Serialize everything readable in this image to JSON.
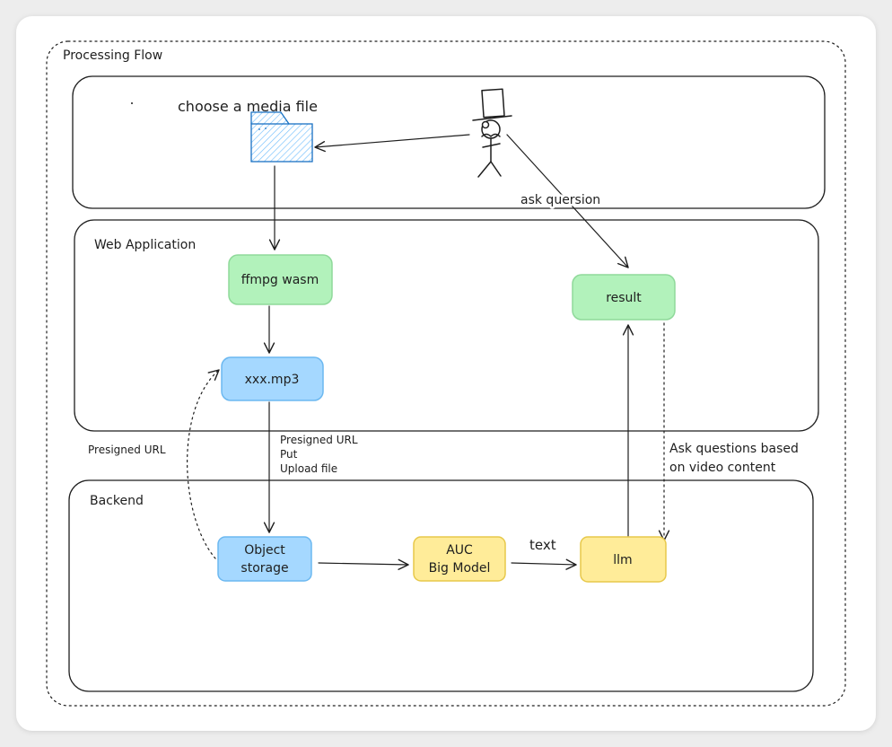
{
  "diagram": {
    "frame_title": "Processing Flow",
    "zones": {
      "web_application": "Web Application",
      "backend": "Backend"
    },
    "nodes": {
      "choose_media_label": "choose a media file",
      "ffmpg_wasm": "ffmpg wasm",
      "result": "result",
      "mp3": "xxx.mp3",
      "object_storage": [
        "Object",
        "storage"
      ],
      "auc_big_model": [
        "AUC",
        "Big Model"
      ],
      "llm": "llm"
    },
    "edge_labels": {
      "ask_question": "ask quersion",
      "presigned_url_left": "Presigned URL",
      "upload": [
        "Presigned URL",
        "Put",
        "Upload file"
      ],
      "ask_based_on_video": [
        "Ask questions based",
        "on video content"
      ],
      "text": "text"
    },
    "icons": {
      "folder": "folder-icon",
      "user": "top-hat-person-icon"
    }
  },
  "colors": {
    "page_background": "#ededed",
    "card": "#ffffff",
    "stroke": "#1e1e1e",
    "green_fill": "#b2f2bb",
    "blue_fill": "#a5d8ff",
    "yellow_fill": "#ffec99",
    "red_text": "#e03131",
    "green_text": "#2f9e44",
    "folder_stroke": "#1971c2"
  }
}
